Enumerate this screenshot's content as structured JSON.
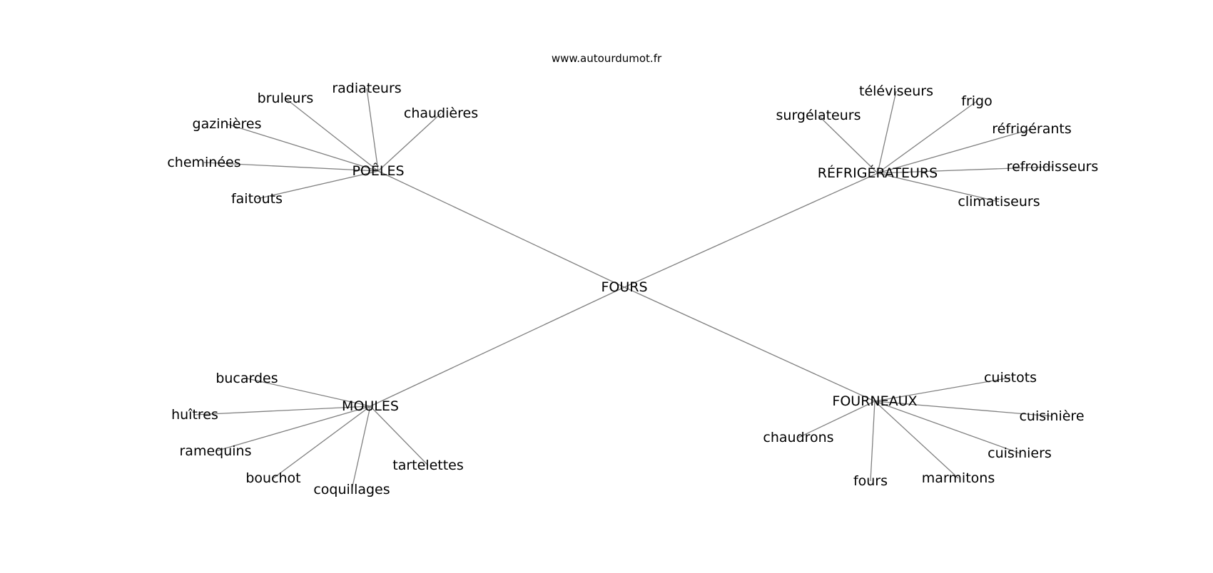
{
  "site": {
    "url": "www.autourdumot.fr"
  },
  "graph": {
    "center": "FOURS",
    "colors": {
      "edge": "#808080",
      "text": "#000000",
      "background": "#ffffff"
    },
    "clusters": [
      {
        "label": "POÊLES",
        "leaves": [
          "bruleurs",
          "radiateurs",
          "chaudières",
          "gazinières",
          "cheminées",
          "faitouts"
        ]
      },
      {
        "label": "RÉFRIGÉRATEURS",
        "leaves": [
          "téléviseurs",
          "frigo",
          "surgélateurs",
          "réfrigérants",
          "refroidisseurs",
          "climatiseurs"
        ]
      },
      {
        "label": "MOULES",
        "leaves": [
          "bucardes",
          "huîtres",
          "ramequins",
          "bouchot",
          "coquillages",
          "tartelettes"
        ]
      },
      {
        "label": "FOURNEAUX",
        "leaves": [
          "cuistots",
          "cuisinière",
          "chaudrons",
          "cuisiniers",
          "fours",
          "marmitons"
        ]
      }
    ]
  }
}
